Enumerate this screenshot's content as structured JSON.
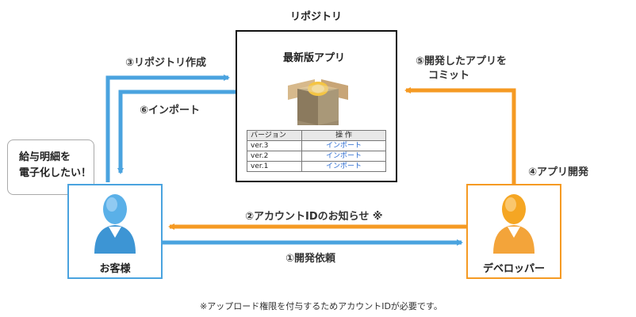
{
  "repository": {
    "title": "リポジトリ",
    "app_label": "最新版アプリ",
    "table": {
      "headers": [
        "バージョン",
        "操 作"
      ],
      "rows": [
        {
          "version": "ver.3",
          "action": "インポート"
        },
        {
          "version": "ver.2",
          "action": "インポート"
        },
        {
          "version": "ver.1",
          "action": "インポート"
        }
      ]
    }
  },
  "customer": {
    "label": "お客様",
    "bubble_line1": "給与明細を",
    "bubble_line2": "電子化したい！"
  },
  "developer": {
    "label": "デベロッパー"
  },
  "steps": {
    "s1": "①開発依頼",
    "s2": "②アカウントIDのお知らせ ※",
    "s3": "③リポジトリ作成",
    "s4": "④アプリ開発",
    "s5_line1": "⑤開発したアプリを",
    "s5_line2": "コミット",
    "s6": "⑥インポート"
  },
  "footnote": "※アップロード権限を付与するためアカウントIDが必要です。",
  "colors": {
    "customer_blue": "#4aa3df",
    "developer_orange": "#f59a23"
  }
}
